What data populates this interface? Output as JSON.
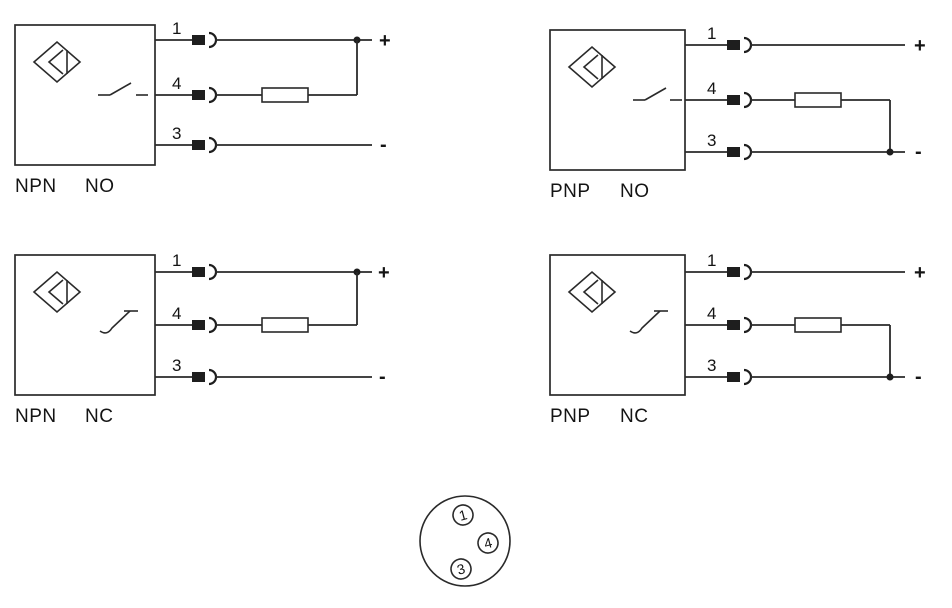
{
  "page": {
    "background": "#ffffff",
    "line_color": "#2a2a2a"
  },
  "diagrams": [
    {
      "id": "npn-no",
      "transistor": "NPN",
      "contact": "NO",
      "pin1": "1",
      "pin4": "4",
      "pin3": "3",
      "plus": "+",
      "minus": "-"
    },
    {
      "id": "pnp-no",
      "transistor": "PNP",
      "contact": "NO",
      "pin1": "1",
      "pin4": "4",
      "pin3": "3",
      "plus": "+",
      "minus": "-"
    },
    {
      "id": "npn-nc",
      "transistor": "NPN",
      "contact": "NC",
      "pin1": "1",
      "pin4": "4",
      "pin3": "3",
      "plus": "+",
      "minus": "-"
    },
    {
      "id": "pnp-nc",
      "transistor": "PNP",
      "contact": "NC",
      "pin1": "1",
      "pin4": "4",
      "pin3": "3",
      "plus": "+",
      "minus": "-"
    }
  ],
  "connector": {
    "pin_top": "1",
    "pin_middle": "4",
    "pin_bottom": "3"
  }
}
